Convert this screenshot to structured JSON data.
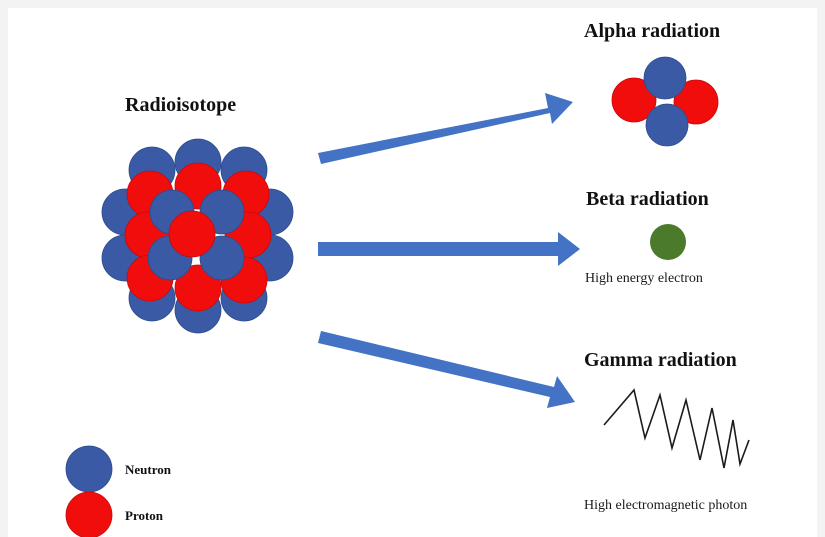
{
  "source": {
    "title": "Radioisotope"
  },
  "outputs": {
    "alpha": {
      "title": "Alpha radiation"
    },
    "beta": {
      "title": "Beta radiation",
      "caption": "High energy electron"
    },
    "gamma": {
      "title": "Gamma radiation",
      "caption": "High electromagnetic photon"
    }
  },
  "legend": {
    "neutron_label": "Neutron",
    "proton_label": "Proton"
  },
  "colors": {
    "neutron": "#3a5aa5",
    "proton": "#f20d0d",
    "electron": "#4a7a2a",
    "arrow": "#4472c4",
    "background": "#ffffff"
  }
}
